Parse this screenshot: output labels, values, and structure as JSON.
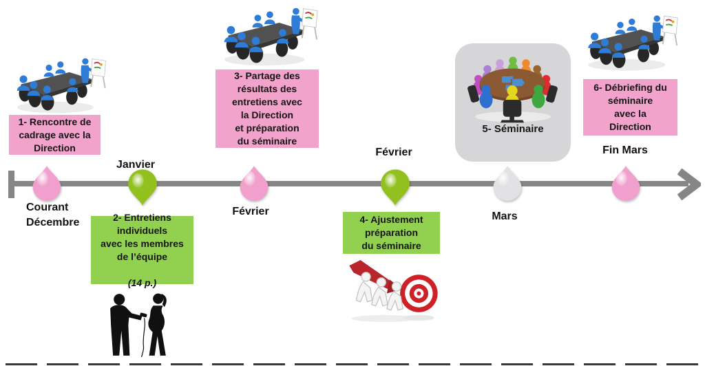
{
  "steps": [
    {
      "number": "1",
      "label": "1- Rencontre de\ncadrage avec la\nDirection",
      "box_color": "#F2A3CC"
    },
    {
      "number": "2",
      "label": "2- Entretiens\nindividuels\navec les membres\nde l’équipe",
      "note": "(14 p.)",
      "box_color": "#92D050"
    },
    {
      "number": "3",
      "label": "3- Partage des\nrésultats des\nentretiens avec\nla Direction\net préparation\ndu séminaire",
      "box_color": "#F2A3CC"
    },
    {
      "number": "4",
      "label": "4- Ajustement\npréparation\ndu séminaire",
      "box_color": "#92D050"
    },
    {
      "number": "5",
      "label": "5- Séminaire",
      "box_color": "#D6D6D8"
    },
    {
      "number": "6",
      "label": "6- Débriefing du\nséminaire\navec la\nDirection",
      "box_color": "#F2A3CC"
    }
  ],
  "timeline": {
    "axis_color": "#868686",
    "milestones": [
      {
        "date": "Courant\nDécembre",
        "marker_color": "#F1A0CD",
        "marker_shape": "drop-tip-up"
      },
      {
        "date": "Janvier",
        "marker_color": "#92C01E",
        "marker_shape": "drop-tip-down"
      },
      {
        "date": "Février",
        "marker_color": "#F1A0CD",
        "marker_shape": "drop-tip-up"
      },
      {
        "date": "Février",
        "marker_color": "#92C01E",
        "marker_shape": "drop-tip-down"
      },
      {
        "date": "Mars",
        "marker_color": "#E2E2E4",
        "marker_shape": "drop-tip-up"
      },
      {
        "date": "Fin Mars",
        "marker_color": "#F1A0CD",
        "marker_shape": "drop-tip-up"
      }
    ]
  },
  "icons": {
    "step1": "team-meeting-flipchart-icon",
    "step2": "interview-silhouettes-icon",
    "step3": "team-meeting-flipchart-icon",
    "step4": "team-pushing-arrow-to-target-icon",
    "step5": "colorful-roundtable-puzzle-icon",
    "step6": "team-meeting-flipchart-icon"
  },
  "colors": {
    "pink_box": "#F2A3CC",
    "green_box": "#92D050",
    "gray_box": "#D6D6D8",
    "axis": "#868686",
    "pink_marker": "#F1A0CD",
    "green_marker": "#92C01E",
    "white_marker": "#E2E2E4",
    "text": "#141414"
  }
}
